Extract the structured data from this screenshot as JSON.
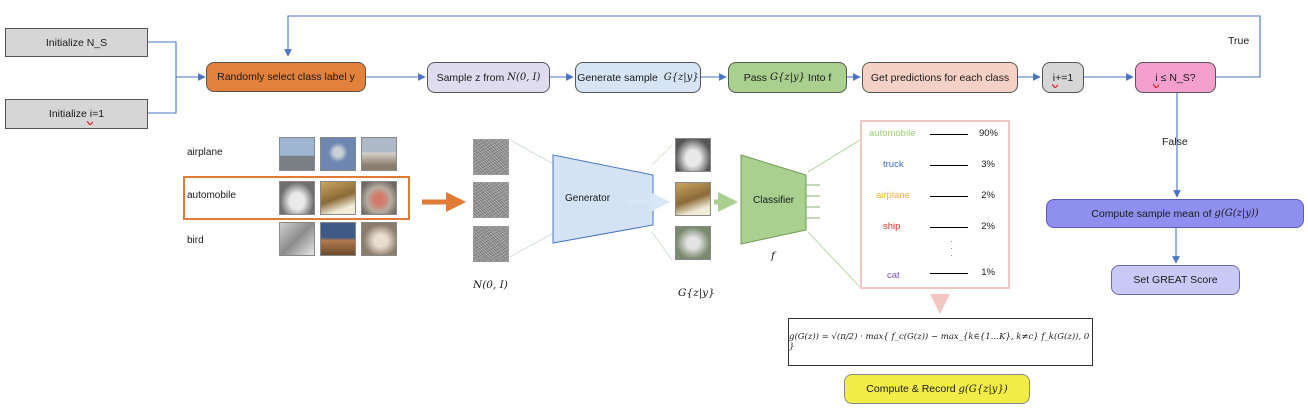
{
  "flow": {
    "init_ns": "Initialize N_S",
    "init_i": "Initialize i=1",
    "select_label": "Randomly select class label y",
    "sample_z": "Sample z from",
    "sample_z_math": "N(0, I)",
    "generate": "Generate sample",
    "generate_math": "G{z|y}",
    "pass": "Pass",
    "pass_math": "G{z|y}",
    "pass_suffix": "Into f",
    "predictions": "Get predictions for each class",
    "increment": "i+=1",
    "condition": "i ≤ N_S?",
    "true_label": "True",
    "false_label": "False",
    "mean": "Compute sample mean of",
    "mean_math": "g(G(z|y))",
    "set_score": "Set GREAT Score",
    "compute_record": "Compute & Record",
    "compute_record_math": "g(G{z|y})"
  },
  "figure": {
    "classes": [
      "airplane",
      "automobile",
      "bird"
    ],
    "noise_label": "N(0, I)",
    "generator": "Generator",
    "generated_label": "G{z|y}",
    "classifier": "Classifier",
    "classifier_symbol": "f",
    "formula": "g(G(z)) = √(π/2) · max{ f_c(G(z)) − max_{k∈{1…K}, k≠c} f_k(G(z)), 0 }"
  },
  "predictions": [
    {
      "label": "automobile",
      "value": "90%",
      "color": "#9ccf7a"
    },
    {
      "label": "truck",
      "value": "3%",
      "color": "#3b6fc0"
    },
    {
      "label": "airplane",
      "value": "2%",
      "color": "#f0b43a"
    },
    {
      "label": "ship",
      "value": "2%",
      "color": "#d9302a"
    },
    {
      "label": "cat",
      "value": "1%",
      "color": "#7b4fb3"
    }
  ],
  "colors": {
    "init": "#d6d6d6",
    "select": "#e3803c",
    "sample": "#e0dcef",
    "generate": "#d6e4f3",
    "pass": "#a9d08e",
    "predict": "#f4d1c4",
    "increment": "#d6d6d6",
    "condition": "#f29fcd",
    "mean": "#8f8ff0",
    "score": "#c9c9f7",
    "record": "#f2ec46",
    "arrow": "#4a74c4",
    "highlight": "#e07a34"
  }
}
